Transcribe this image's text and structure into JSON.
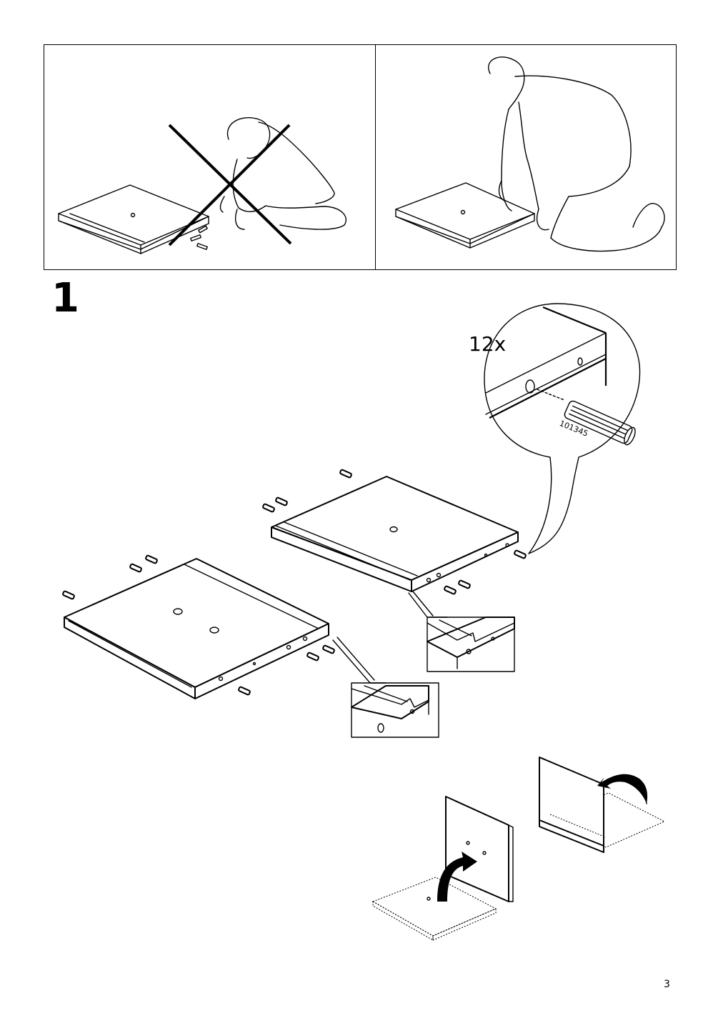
{
  "panels": {
    "wrong": {
      "name": "wrong-way-panel"
    },
    "right": {
      "name": "right-way-panel"
    }
  },
  "step": {
    "number": "1"
  },
  "detail": {
    "quantity": "12x",
    "part_number": "101345"
  },
  "page": {
    "number": "3"
  }
}
